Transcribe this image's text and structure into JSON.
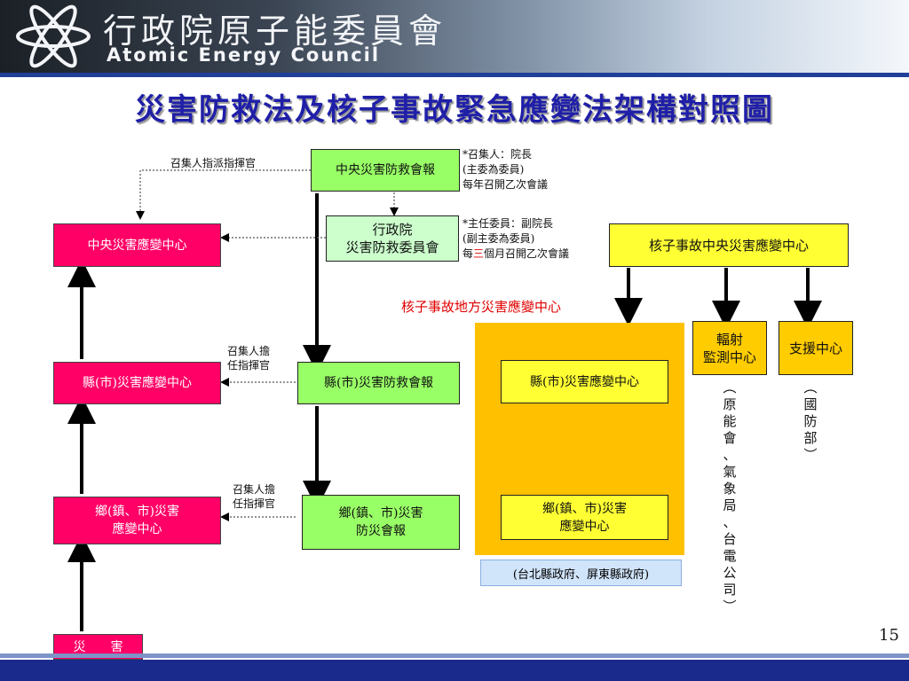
{
  "header": {
    "org_cn": "行政院原子能委員會",
    "org_en": "Atomic Energy Council"
  },
  "title": "災害防救法及核子事故緊急應變法架構對照圖",
  "boxes": {
    "central_meeting": "中央災害防救會報",
    "executive_yuan": "行政院\n災害防救委員會",
    "central_center": "中央災害應變中心",
    "county_center": "縣(市)災害應變中心",
    "county_meeting": "縣(市)災害防救會報",
    "township_center": "鄉(鎮、市)災害\n應變中心",
    "township_meeting": "鄉(鎮、市)災害\n防災會報",
    "disaster": "災　　害",
    "nuclear_central": "核子事故中央災害應變中心",
    "local_county_center": "縣(市)災害應變中心",
    "local_township_center": "鄉(鎮、市)災害\n應變中心",
    "radiation_center": "輻射\n監測中心",
    "support_center": "支援中心"
  },
  "labels": {
    "convener_assign": "召集人指派指揮官",
    "convener_serve_1": "召集人擔\n任指揮官",
    "convener_serve_2": "召集人擔\n任指揮官",
    "central_note_1": "*召集人：院長",
    "central_note_2": "(主委為委員)",
    "central_note_3": "每年召開乙次會議",
    "exec_note_1": "*主任委員：副院長",
    "exec_note_2": "(副主委為委員)",
    "exec_note_3a": "每",
    "exec_note_3b": "三",
    "exec_note_3c": "個月召開乙次會議",
    "nuclear_local": "核子事故地方災害應變中心",
    "local_gov": "(台北縣政府、屏東縣政府)",
    "radiation_orgs": "︵\n原\n能\n會\n、\n氣\n象\n局\n、\n台\n電\n公\n司\n︶",
    "support_orgs": "︵\n國\n防\n部\n︶"
  },
  "page_number": "15",
  "colors": {
    "pink": "#ff0066",
    "green": "#99ff66",
    "light_green": "#ccffcc",
    "yellow": "#ffff33",
    "orange": "#ffcc00",
    "title_blue": "#1f1fa8",
    "footer_blue": "#1a2a8c"
  },
  "icons": [
    "atom-logo-icon"
  ]
}
